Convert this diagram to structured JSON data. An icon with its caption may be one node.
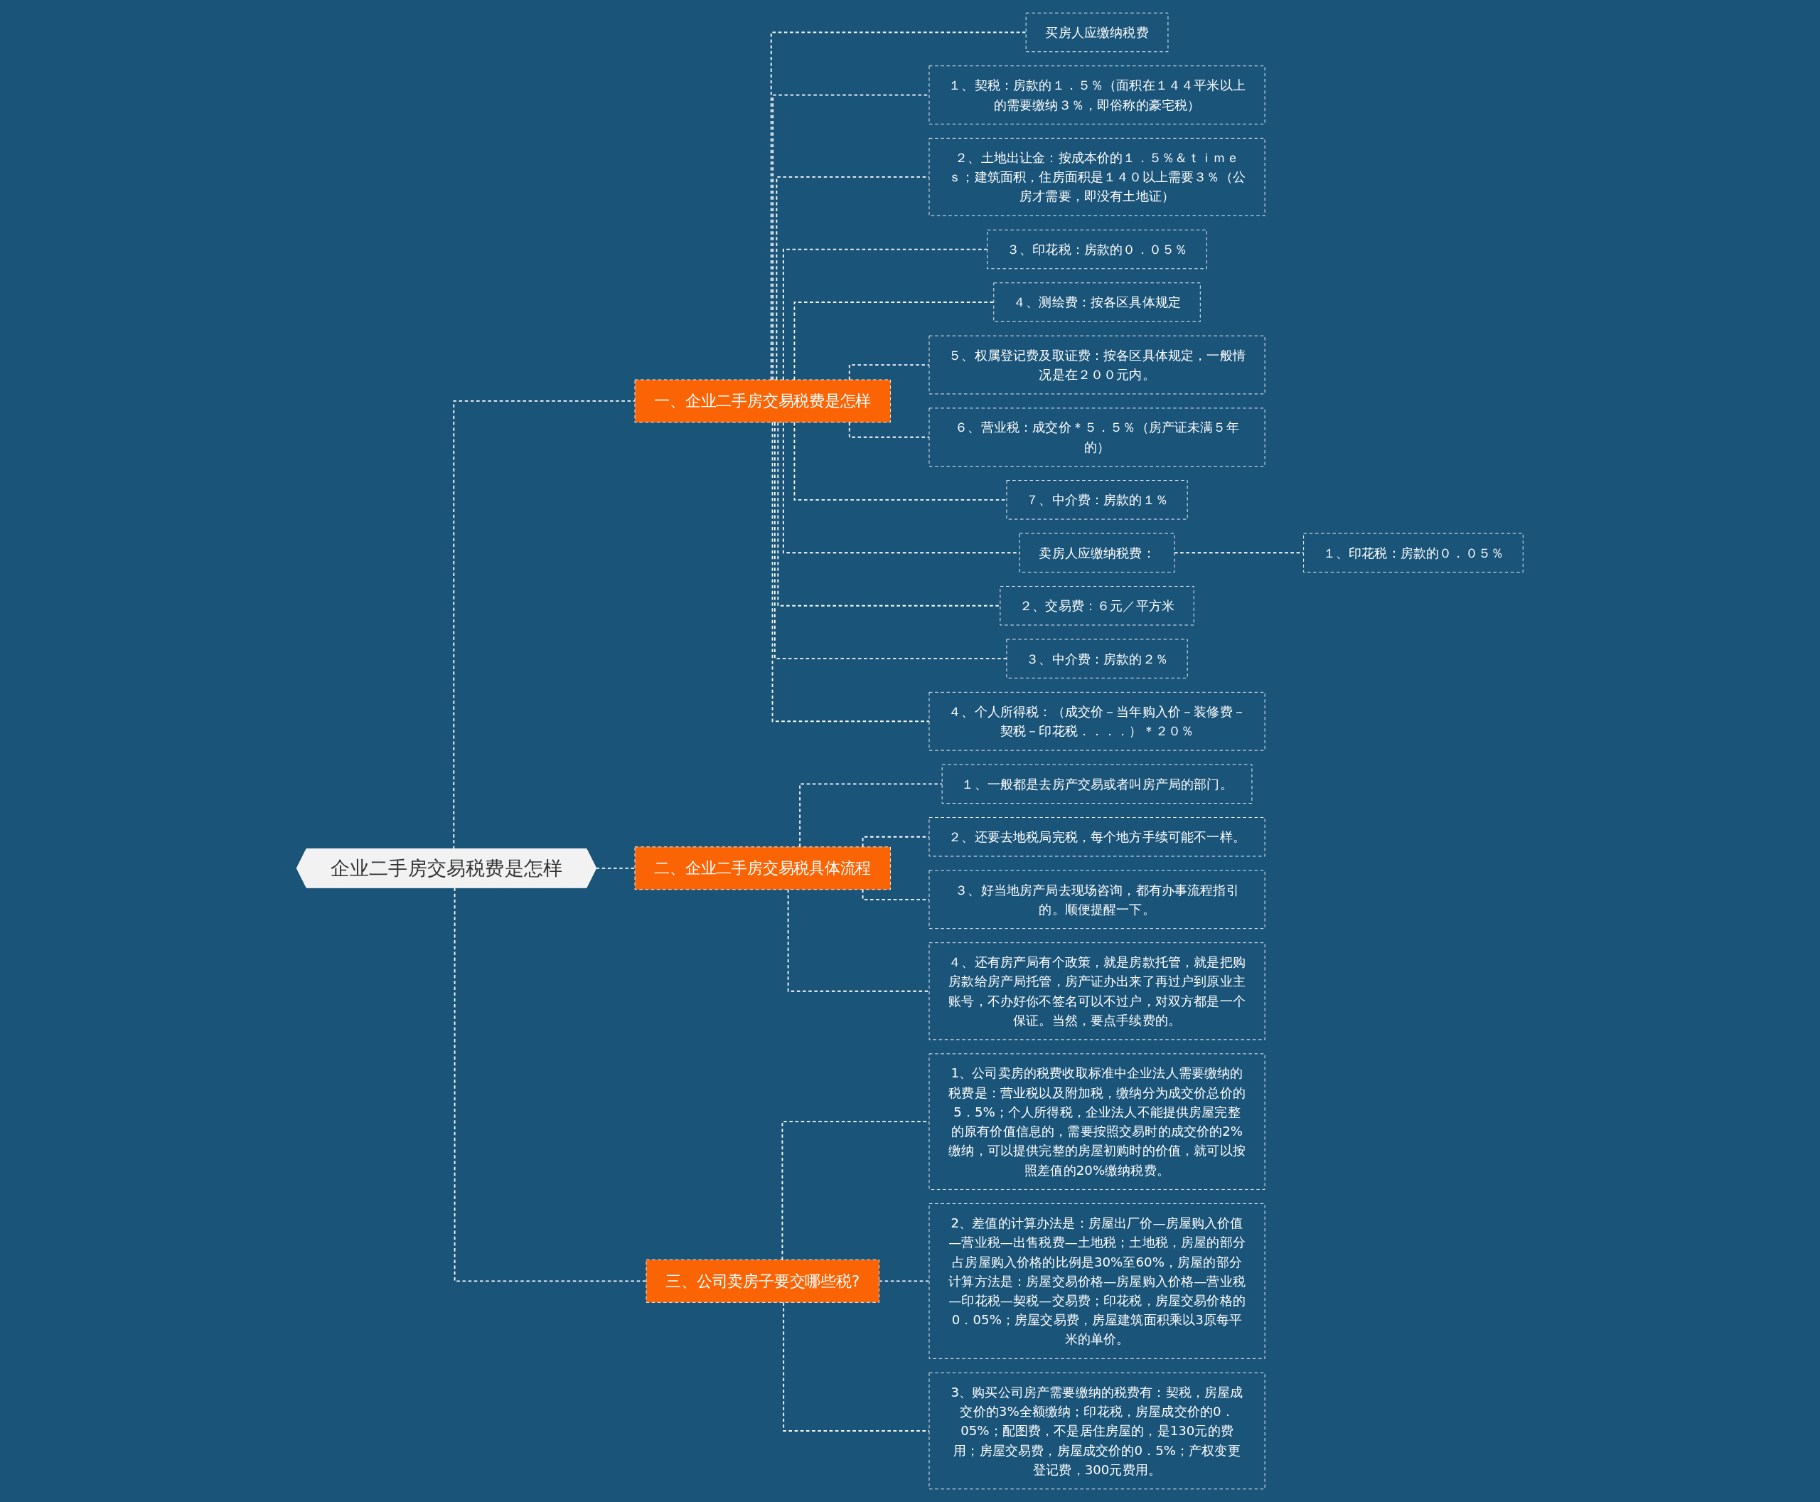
{
  "diagram": {
    "nodes": [
      {
        "text": [
          "企业二手房交易税费是怎样"
        ]
      },
      {
        "text": [
          "一、企业二手房交易税费是怎样"
        ]
      },
      {
        "text": [
          "买房人应缴纳税费"
        ]
      },
      {
        "text": [
          "１、契税：房款的１．５％（面积在１４４平米以上的需要缴纳３％，即俗称的豪宅税）"
        ]
      },
      {
        "text": [
          "２、土地出让金：按成本价的１．５％＆ｔｉｍｅｓ；建筑面积，住房面积是１４０以上需要３％（公房才需要，即没有土地证）"
        ]
      },
      {
        "text": [
          "３、印花税：房款的０．０５％"
        ]
      },
      {
        "text": [
          "４、测绘费：按各区具体规定"
        ]
      },
      {
        "text": [
          "５、权属登记费及取证费：按各区具体规定，一般情况是在２００元内。"
        ]
      },
      {
        "text": [
          "６、营业税：成交价＊５．５％（房产证未满５年的）"
        ]
      },
      {
        "text": [
          "７、中介费：房款的１％"
        ]
      },
      {
        "text": [
          "卖房人应缴纳税费："
        ]
      },
      {
        "text": [
          "１、印花税：房款的０．０５％"
        ]
      },
      {
        "text": [
          "２、交易费：６元／平方米"
        ]
      },
      {
        "text": [
          "３、中介费：房款的２％"
        ]
      },
      {
        "text": [
          "４、个人所得税：（成交价－当年购入价－装修费－契税－印花税．．．．）＊２０％"
        ]
      },
      {
        "text": [
          "二、企业二手房交易税具体流程"
        ]
      },
      {
        "text": [
          "１、一般都是去房产交易或者叫房产局的部门。"
        ]
      },
      {
        "text": [
          "２、还要去地税局完税，每个地方手续可能不一样。"
        ]
      },
      {
        "text": [
          "３、好当地房产局去现场咨询，都有办事流程指引的。顺便提醒一下。"
        ]
      },
      {
        "text": [
          "４、还有房产局有个政策，就是房款托管，就是把购房款给房产局托管，房产证办出来了再过户到原业主账号，不办好你不签名可以不过户，对双方都是一个保证。当然，要点手续费的。"
        ]
      },
      {
        "text": [
          "三、公司卖房子要交哪些税?"
        ]
      },
      {
        "text": [
          "1、公司卖房的税费收取标准中企业法人需要缴纳的税费是：营业税以及附加税，缴纳分为成交价总价的5．5%；个人所得税，企业法人不能提供房屋完整的原有价值信息的，需要按照交易时的成交价的2%缴纳，可以提供完整的房屋初购时的价值，就可以按照差值的20%缴纳税费。"
        ]
      },
      {
        "text": [
          "2、差值的计算办法是：房屋出厂价—房屋购入价值—营业税—出售税费—土地税；土地税，房屋的部分占房屋购入价格的比例是30%至60%，房屋的部分计算方法是：房屋交易价格—房屋购入价格—营业税—印花税—契税—交易费；印花税，房屋交易价格的0．05%；房屋交易费，房屋建筑面积乘以3原每平米的单价。"
        ]
      },
      {
        "text": [
          "3、购买公司房产需要缴纳的税费有：契税，房屋成交价的3%全额缴纳；印花税，房屋成交价的0．05%；配图费，不是居住房屋的，是130元的费用；房屋交易费，房屋成交价的0．5%；产权变更登记费，300元费用。"
        ]
      }
    ],
    "edges": [
      {
        "from": 0,
        "to": 1,
        "arrow": "none",
        "style": "dashed"
      },
      {
        "from": 1,
        "to": 2,
        "arrow": "none",
        "style": "dashed"
      },
      {
        "from": 1,
        "to": 3,
        "arrow": "none",
        "style": "dashed"
      },
      {
        "from": 1,
        "to": 4,
        "arrow": "none",
        "style": "dashed"
      },
      {
        "from": 1,
        "to": 5,
        "arrow": "none",
        "style": "dashed"
      },
      {
        "from": 1,
        "to": 6,
        "arrow": "none",
        "style": "dashed"
      },
      {
        "from": 1,
        "to": 7,
        "arrow": "none",
        "style": "dashed"
      },
      {
        "from": 1,
        "to": 8,
        "arrow": "none",
        "style": "dashed"
      },
      {
        "from": 1,
        "to": 9,
        "arrow": "none",
        "style": "dashed"
      },
      {
        "from": 1,
        "to": 10,
        "arrow": "none",
        "style": "dashed"
      },
      {
        "from": 10,
        "to": 11,
        "arrow": "none",
        "style": "dashed"
      },
      {
        "from": 1,
        "to": 12,
        "arrow": "none",
        "style": "dashed"
      },
      {
        "from": 1,
        "to": 13,
        "arrow": "none",
        "style": "dashed"
      },
      {
        "from": 1,
        "to": 14,
        "arrow": "none",
        "style": "dashed"
      },
      {
        "from": 0,
        "to": 15,
        "arrow": "none",
        "style": "dashed"
      },
      {
        "from": 15,
        "to": 16,
        "arrow": "none",
        "style": "dashed"
      },
      {
        "from": 15,
        "to": 17,
        "arrow": "none",
        "style": "dashed"
      },
      {
        "from": 15,
        "to": 18,
        "arrow": "none",
        "style": "dashed"
      },
      {
        "from": 15,
        "to": 19,
        "arrow": "none",
        "style": "dashed"
      },
      {
        "from": 0,
        "to": 20,
        "arrow": "none",
        "style": "dashed"
      },
      {
        "from": 20,
        "to": 21,
        "arrow": "none",
        "style": "dashed"
      },
      {
        "from": 20,
        "to": 22,
        "arrow": "none",
        "style": "dashed"
      },
      {
        "from": 20,
        "to": 23,
        "arrow": "none",
        "style": "dashed"
      }
    ]
  }
}
